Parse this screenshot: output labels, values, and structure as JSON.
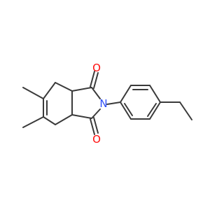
{
  "molecule": {
    "atoms": [
      {
        "id": "O1",
        "element": "O",
        "color": "#ff0d0d"
      },
      {
        "id": "O2",
        "element": "O",
        "color": "#ff0d0d"
      },
      {
        "id": "N",
        "element": "N",
        "color": "#3050f8"
      }
    ],
    "bond_color": "#3a3a3a"
  }
}
